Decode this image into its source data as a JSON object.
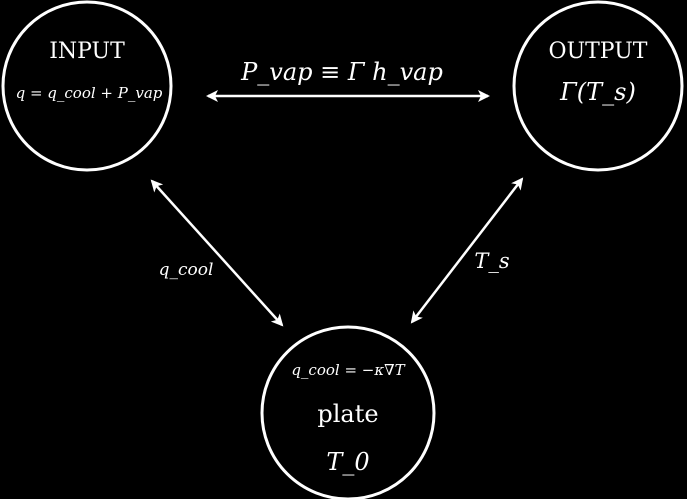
{
  "nodes": {
    "input": {
      "title": "INPUT",
      "equation": "q = q_cool + P_vap"
    },
    "output": {
      "title": "OUTPUT",
      "equation": "Γ(T_s)"
    },
    "plate": {
      "equation": "q_cool = −κ∇T",
      "title": "plate",
      "subtitle": "T_0"
    }
  },
  "edges": {
    "input_output": "P_vap ≡ Γ h_vap",
    "input_plate": "q_cool",
    "output_plate": "T_s"
  },
  "colors": {
    "background": "#000000",
    "stroke": "#ffffff",
    "text": "#ffffff"
  }
}
